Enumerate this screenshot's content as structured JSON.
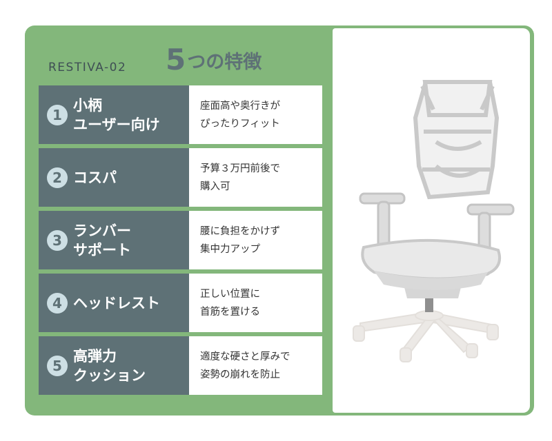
{
  "header": {
    "model": "RESTIVA-02",
    "count": "5",
    "title_suffix": "つの特徴"
  },
  "features": [
    {
      "number": "1",
      "label_lines": [
        "小柄",
        "ユーザー向け"
      ],
      "desc_lines": [
        "座面高や奥行きが",
        "ぴったりフィット"
      ]
    },
    {
      "number": "2",
      "label_lines": [
        "コスパ"
      ],
      "desc_lines": [
        "予算３万円前後で",
        "購入可"
      ]
    },
    {
      "number": "3",
      "label_lines": [
        "ランバー",
        "サポート"
      ],
      "desc_lines": [
        "腰に負担をかけず",
        "集中力アップ"
      ]
    },
    {
      "number": "4",
      "label_lines": [
        "ヘッドレスト"
      ],
      "desc_lines": [
        "正しい位置に",
        "首筋を置ける"
      ]
    },
    {
      "number": "5",
      "label_lines": [
        "高弾力",
        "クッション"
      ],
      "desc_lines": [
        "適度な硬さと厚みで",
        "姿勢の崩れを防止"
      ]
    }
  ],
  "image": {
    "subject": "office-chair-illustration"
  },
  "colors": {
    "background_green": "#83b77b",
    "label_slate": "#5e7176",
    "circle_fill": "#cddfe4",
    "text_dark": "#333333"
  }
}
